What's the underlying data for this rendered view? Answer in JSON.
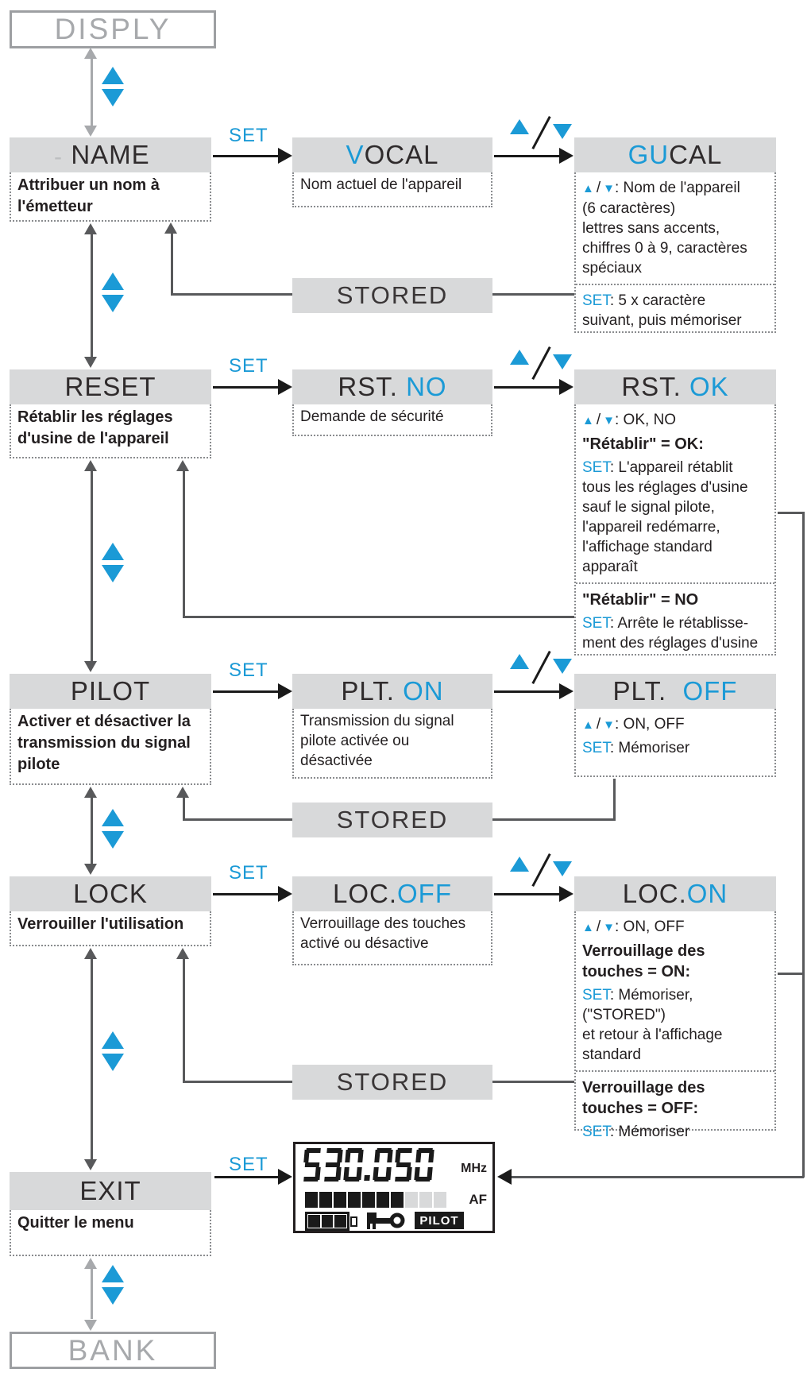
{
  "palette": {
    "blue": "#1b9ad6",
    "box_grey": "#d8d9da",
    "line_grey": "#58595b",
    "light_grey": "#a7a9ac",
    "text_dark": "#231f20",
    "black": "#1a1a1a"
  },
  "glyphs": {
    "up": "▲",
    "down": "▼",
    "slash": "/"
  },
  "labels": {
    "set": "SET",
    "stored": "STORED",
    "disply": "DISPLY",
    "bank": "BANK"
  },
  "name_row": {
    "cursor": "-",
    "title": "NAME",
    "desc": "Attribuer un nom à\nl'émetteur",
    "value_title_blue": "V",
    "value_title_rest": "OCAL",
    "value_desc": "Nom actuel de l'appareil",
    "edit_title_blue": "GU",
    "edit_title_rest": "CAL",
    "edit_updown_text": ": Nom de l'appareil\n(6 caractères)\nlettres sans accents,\nchiffres 0 à 9, caractères\nspéciaux",
    "edit_set_text": ": 5 x caractère\nsuivant, puis mémoriser"
  },
  "reset_row": {
    "title": "RESET",
    "desc": "Rétablir les réglages\nd'usine de l'appareil",
    "value_title_dark": "RST. ",
    "value_title_blue": "NO",
    "value_desc": "Demande de sécurité",
    "edit_title_dark": "RST. ",
    "edit_title_blue": "OK",
    "edit_updown_text": ": OK, NO",
    "ok_heading": "\"Rétablir\" = OK:",
    "ok_set_text": ": L'appareil rétablit\ntous les réglages d'usine\nsauf le signal pilote,\nl'appareil redémarre,\nl'affichage standard\napparaît",
    "no_heading": "\"Rétablir\" = NO",
    "no_set_text": ": Arrête le rétablisse-\nment des réglages d'usine"
  },
  "pilot_row": {
    "title": "PILOT",
    "desc": "Activer et désactiver la\ntransmission du signal\npilote",
    "value_title_dark": "PLT. ",
    "value_title_blue": "ON",
    "value_desc": "Transmission du signal\npilote activée ou\ndésactivée",
    "edit_title_dark": "PLT.  ",
    "edit_title_blue": "OFF",
    "edit_updown_text": ": ON, OFF",
    "edit_set_text": ": Mémoriser"
  },
  "lock_row": {
    "title": "LOCK",
    "desc": "Verrouiller l'utilisation",
    "value_title_dark": "LOC.",
    "value_title_blue": "OFF",
    "value_desc": "Verrouillage des touches\nactivé ou désactive",
    "edit_title_dark": "LOC.",
    "edit_title_blue": "ON",
    "edit_updown_text": ": ON, OFF",
    "on_heading": "Verrouillage des\ntouches = ON:",
    "on_set_text": ": Mémoriser, (\"STORED\")\net retour à l'affichage\nstandard",
    "off_heading": "Verrouillage des\ntouches = OFF:",
    "off_set_text": ": Mémoriser"
  },
  "exit_row": {
    "title": "EXIT",
    "desc": "Quitter le menu"
  },
  "lcd": {
    "frequency": "530.050",
    "unit": "MHz",
    "af_label": "AF",
    "af_segments_total": 10,
    "af_segments_filled": 7,
    "battery_bars": 3,
    "pilot_label": "PILOT"
  }
}
